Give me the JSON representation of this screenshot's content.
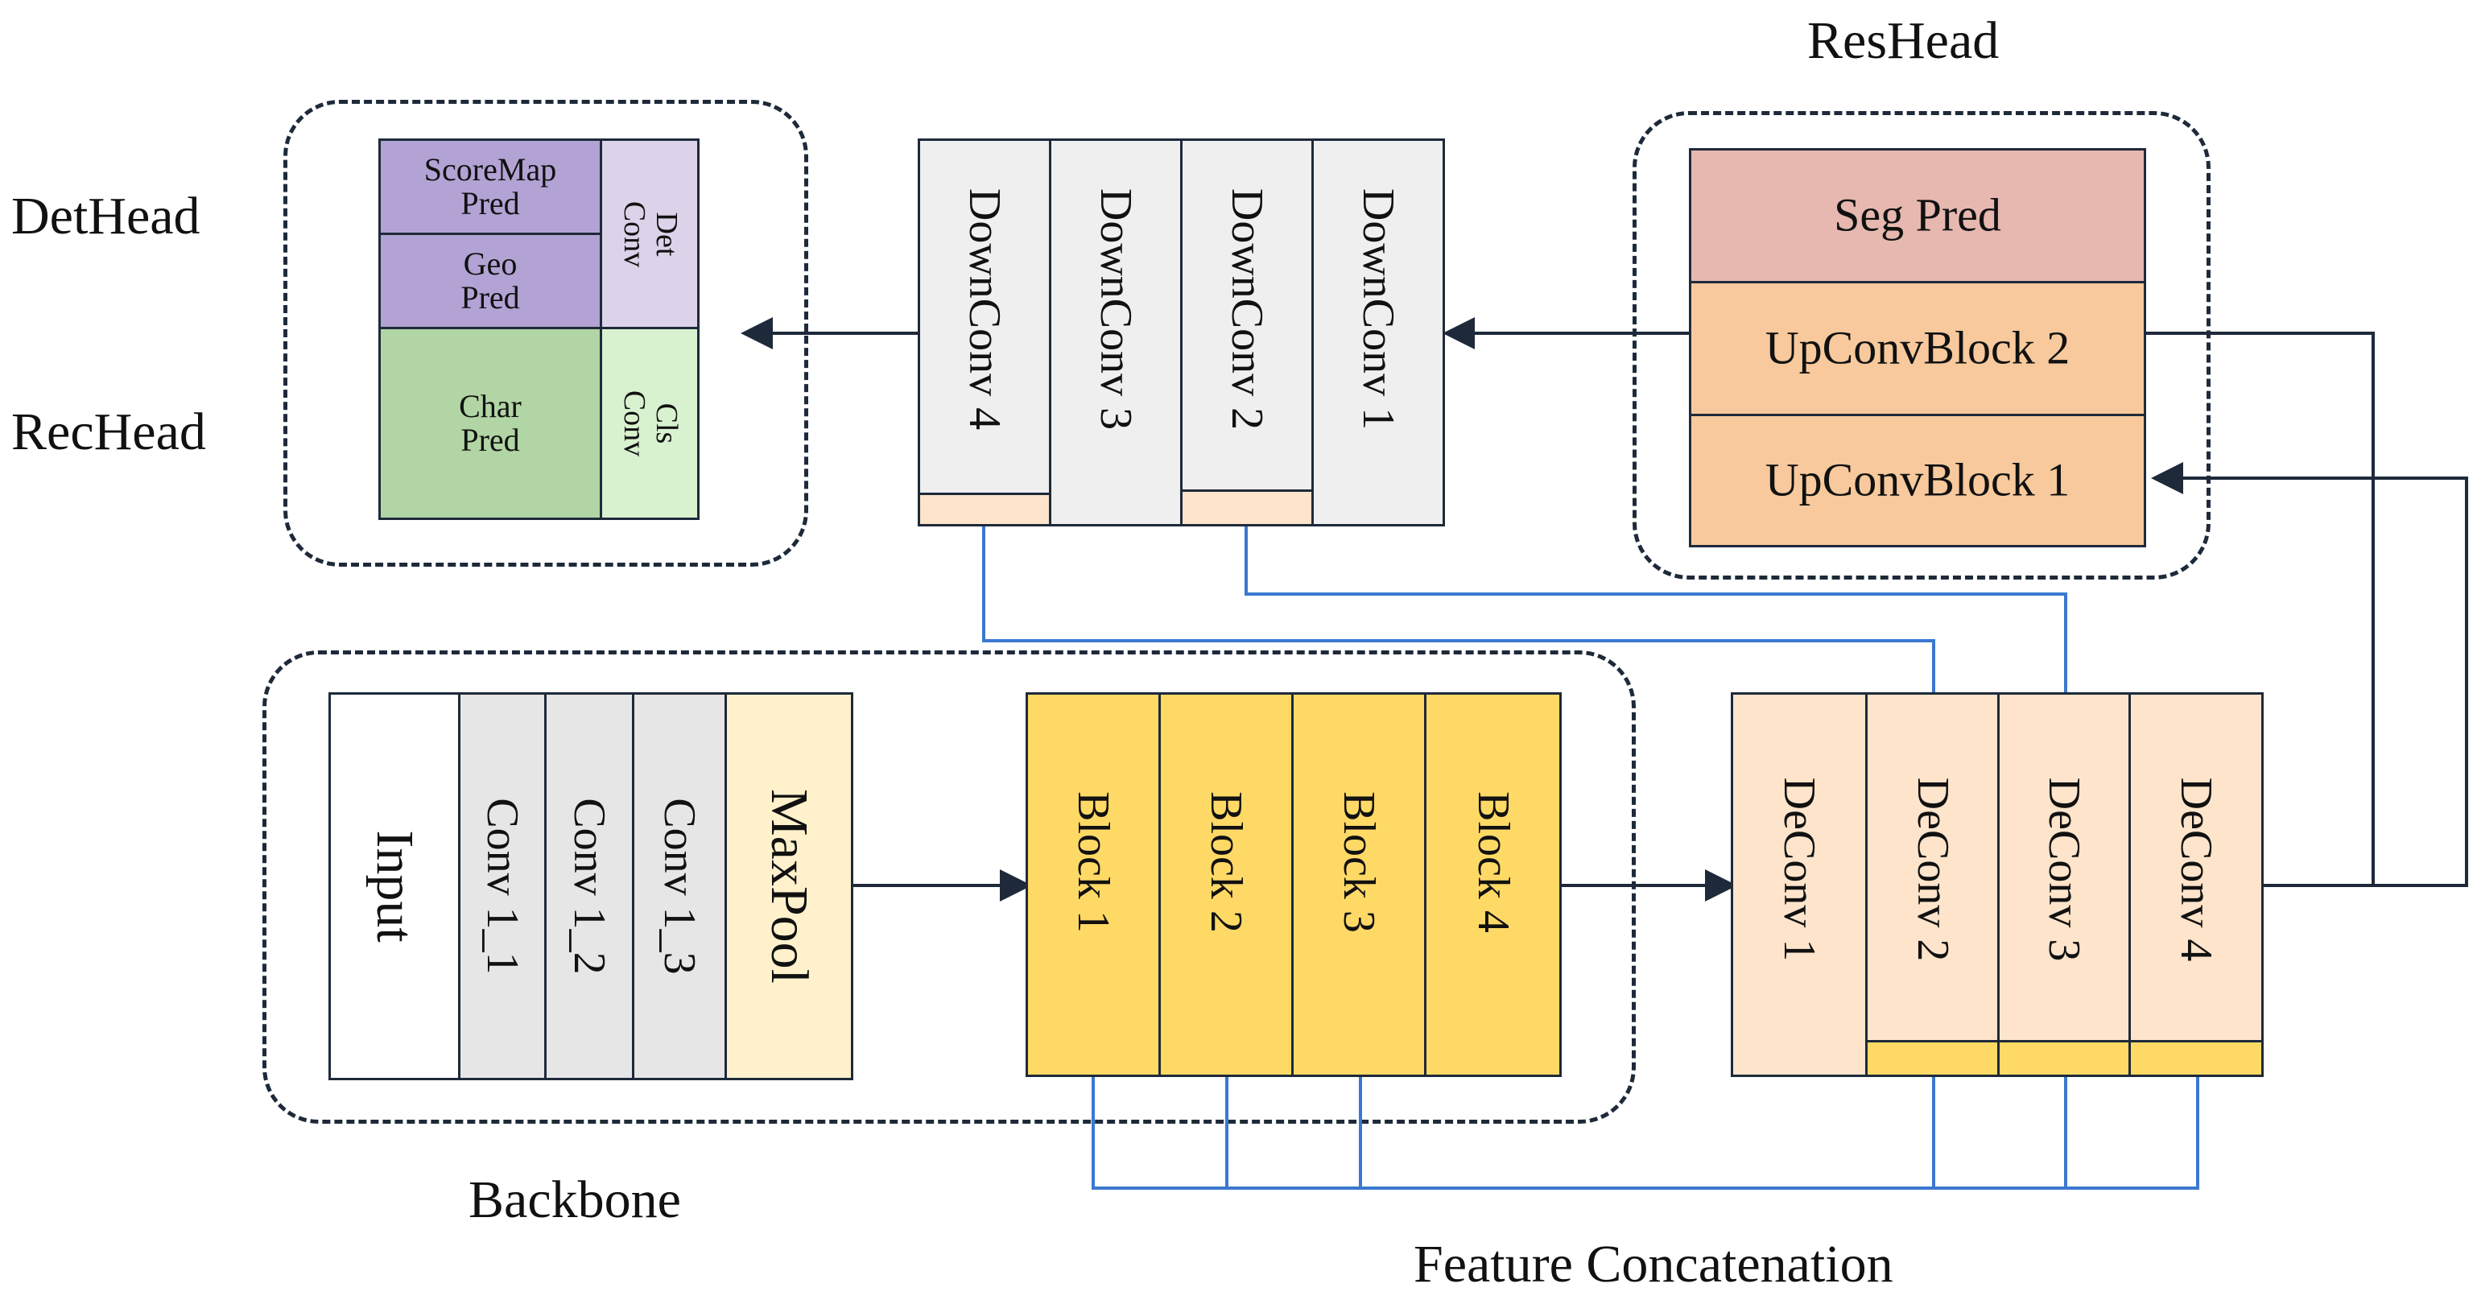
{
  "labels": {
    "det_head": "DetHead",
    "rec_head": "RecHead",
    "res_head": "ResHead",
    "backbone": "Backbone",
    "feature_concat": "Feature Concatenation"
  },
  "det_rec": {
    "scoremap": "ScoreMap\nPred",
    "geo": "Geo\nPred",
    "det_conv": "Det\nConv",
    "char": "Char\nPred",
    "cls_conv": "Cls\nConv"
  },
  "downconv": [
    "DownConv 4",
    "DownConv 3",
    "DownConv 2",
    "DownConv 1"
  ],
  "reshead": {
    "seg_pred": "Seg Pred",
    "upconv2": "UpConvBlock 2",
    "upconv1": "UpConvBlock 1"
  },
  "backbone": {
    "input": "Input",
    "conv": [
      "Conv 1_1",
      "Conv 1_2",
      "Conv 1_3"
    ],
    "maxpool": "MaxPool"
  },
  "blocks": [
    "Block 1",
    "Block 2",
    "Block 3",
    "Block 4"
  ],
  "deconv": [
    "DeConv 1",
    "DeConv 2",
    "DeConv 3",
    "DeConv 4"
  ],
  "colors": {
    "outline": "#1e2a3a",
    "purple": "#b2a3d4",
    "light_purple": "#dcd3ea",
    "green": "#b1d5a4",
    "light_green": "#d8f1cf",
    "gray": "#efefef",
    "conv_gray": "#e6e6e6",
    "seg_pink": "#e6b8b0",
    "upconv_orange": "#f7c99c",
    "peach": "#fde4cb",
    "cream": "#fff1cc",
    "yellow": "#ffd966",
    "wire_blue": "#3a78d0"
  }
}
